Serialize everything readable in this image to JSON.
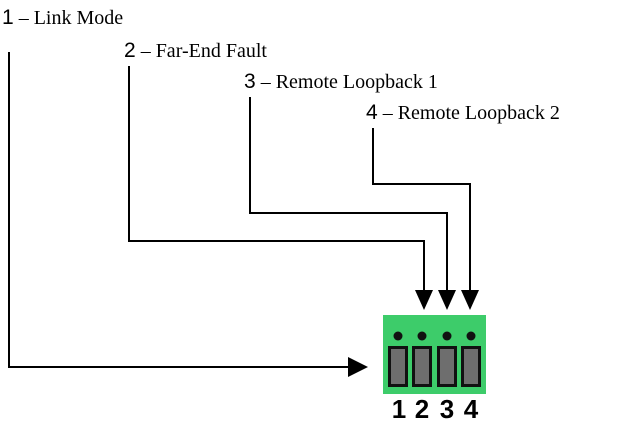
{
  "callouts": [
    {
      "num": "1",
      "dash": "–",
      "text": "Link Mode"
    },
    {
      "num": "2",
      "dash": "–",
      "text": "Far-End Fault"
    },
    {
      "num": "3",
      "dash": "–",
      "text": "Remote Loopback 1"
    },
    {
      "num": "4",
      "dash": "–",
      "text": "Remote Loopback 2"
    }
  ],
  "switch": {
    "body_color": "#3dcc6a",
    "slider_color": "#6e6e6e",
    "pin_labels": [
      "1",
      "2",
      "3",
      "4"
    ]
  },
  "wire_color": "#000000"
}
